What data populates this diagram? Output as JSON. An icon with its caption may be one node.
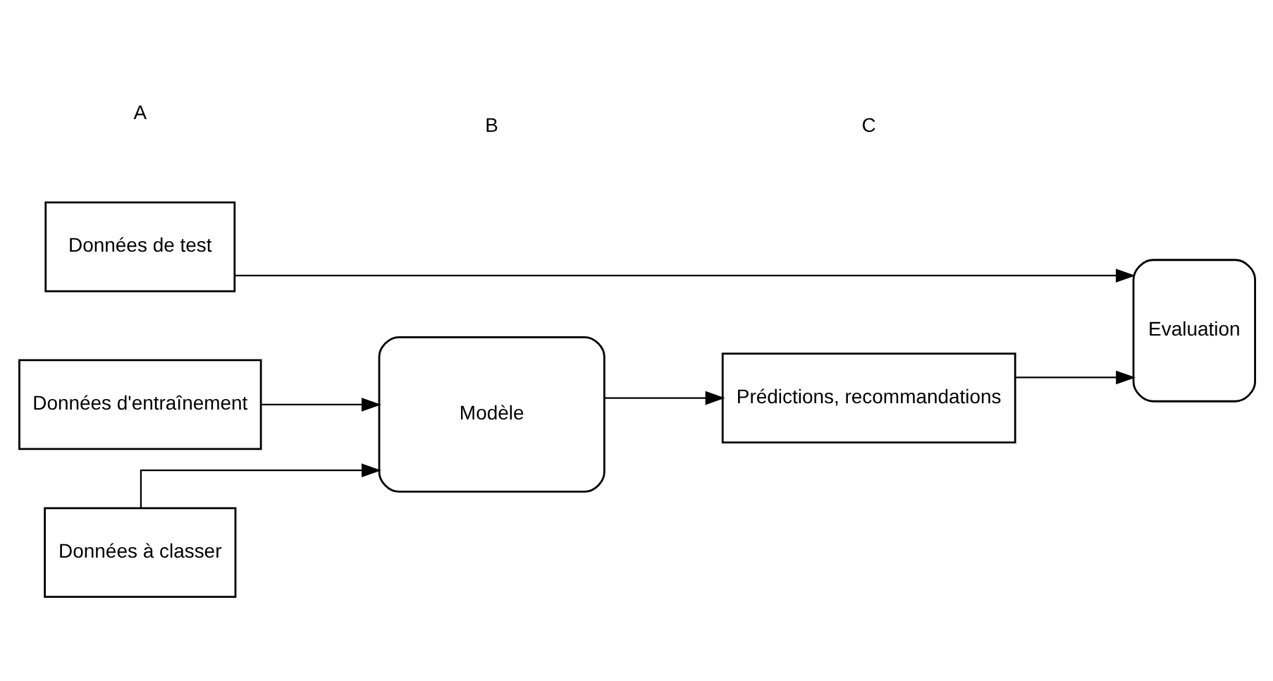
{
  "diagram": {
    "nodes": [
      {
        "text": [
          "Données de test"
        ]
      },
      {
        "text": [
          "Données d'entraînement"
        ]
      },
      {
        "text": [
          "Données à classer"
        ]
      },
      {
        "text": [
          "Modèle"
        ]
      },
      {
        "text": [
          "Prédictions, recommandations"
        ]
      },
      {
        "text": [
          "Evaluation"
        ]
      }
    ],
    "edges": [
      {
        "from": 0,
        "to": 5,
        "arrow": "to"
      },
      {
        "from": 1,
        "to": 3,
        "arrow": "to"
      },
      {
        "from": 2,
        "to": 3,
        "arrow": "to"
      },
      {
        "from": 3,
        "to": 4,
        "arrow": "to"
      },
      {
        "from": 4,
        "to": 5,
        "arrow": "to"
      }
    ],
    "labels": [
      "A",
      "B",
      "C"
    ]
  }
}
